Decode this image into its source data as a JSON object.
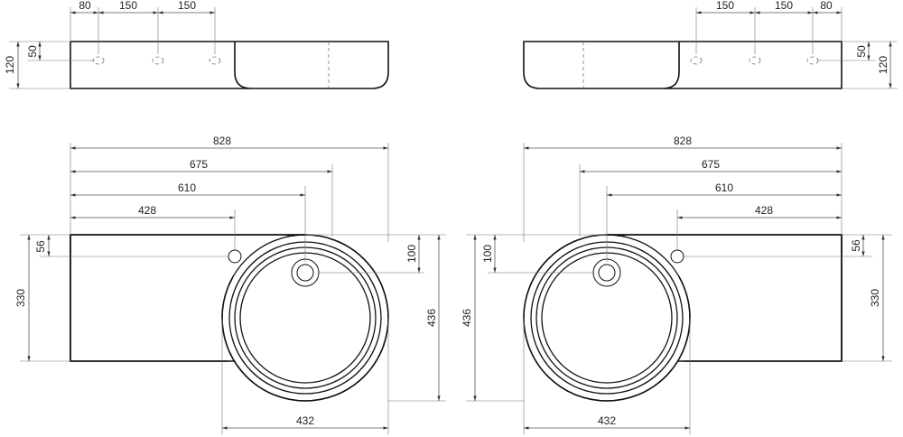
{
  "dimensions": {
    "top_left": {
      "d80": "80",
      "d150a": "150",
      "d150b": "150",
      "d50": "50",
      "d120": "120"
    },
    "top_right": {
      "d150a": "150",
      "d150b": "150",
      "d80": "80",
      "d50": "50",
      "d120": "120"
    },
    "plan_left": {
      "d828": "828",
      "d675": "675",
      "d610": "610",
      "d428": "428",
      "d56": "56",
      "d330": "330",
      "d100": "100",
      "d436": "436",
      "d432": "432"
    },
    "plan_right": {
      "d828": "828",
      "d675": "675",
      "d610": "610",
      "d428": "428",
      "d56": "56",
      "d330": "330",
      "d100": "100",
      "d436": "436",
      "d432": "432"
    }
  }
}
